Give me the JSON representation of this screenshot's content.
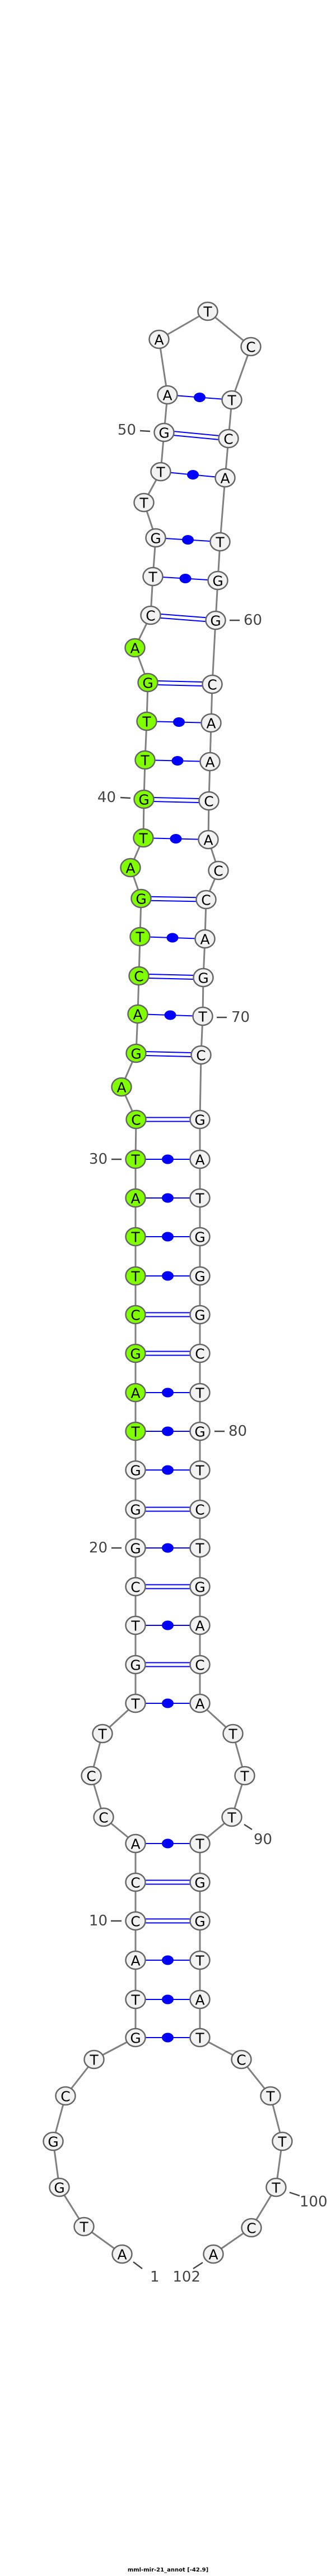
{
  "title": "mml-mir-21_annot [-42.9]",
  "colors": {
    "node_fill": "#f2f2f2",
    "node_stroke": "#666666",
    "highlight_fill": "#80ff00",
    "backbone": "#808080",
    "pair": "#0000ff",
    "label": "#444444"
  },
  "sequence": [
    "A",
    "T",
    "G",
    "G",
    "C",
    "T",
    "G",
    "T",
    "A",
    "C",
    "C",
    "A",
    "C",
    "C",
    "T",
    "T",
    "G",
    "T",
    "C",
    "G",
    "G",
    "G",
    "T",
    "A",
    "G",
    "C",
    "T",
    "T",
    "A",
    "T",
    "C",
    "A",
    "G",
    "A",
    "C",
    "T",
    "G",
    "A",
    "T",
    "G",
    "T",
    "T",
    "G",
    "A",
    "C",
    "T",
    "G",
    "T",
    "T",
    "G",
    "A",
    "A",
    "T",
    "C",
    "T",
    "C",
    "A",
    "T",
    "G",
    "G",
    "C",
    "A",
    "A",
    "C",
    "A",
    "C",
    "C",
    "A",
    "G",
    "T",
    "C",
    "G",
    "A",
    "T",
    "G",
    "G",
    "G",
    "C",
    "T",
    "G",
    "T",
    "C",
    "T",
    "G",
    "A",
    "C",
    "A",
    "T",
    "T",
    "T",
    "T",
    "G",
    "G",
    "T",
    "A",
    "T",
    "C",
    "T",
    "T",
    "T",
    "C",
    "A"
  ],
  "highlighted_range": [
    23,
    44
  ],
  "pairs": [
    [
      7,
      96
    ],
    [
      8,
      95
    ],
    [
      9,
      94
    ],
    [
      10,
      93
    ],
    [
      11,
      92
    ],
    [
      12,
      91
    ],
    [
      16,
      87
    ],
    [
      17,
      86
    ],
    [
      18,
      85
    ],
    [
      19,
      84
    ],
    [
      20,
      83
    ],
    [
      21,
      82
    ],
    [
      22,
      81
    ],
    [
      23,
      80
    ],
    [
      24,
      79
    ],
    [
      25,
      78
    ],
    [
      26,
      77
    ],
    [
      27,
      76
    ],
    [
      28,
      75
    ],
    [
      29,
      74
    ],
    [
      30,
      73
    ],
    [
      31,
      72
    ],
    [
      33,
      71
    ],
    [
      34,
      70
    ],
    [
      35,
      69
    ],
    [
      36,
      68
    ],
    [
      37,
      67
    ],
    [
      39,
      65
    ],
    [
      40,
      64
    ],
    [
      41,
      63
    ],
    [
      42,
      62
    ],
    [
      43,
      61
    ],
    [
      45,
      60
    ],
    [
      46,
      59
    ],
    [
      47,
      58
    ],
    [
      49,
      57
    ],
    [
      50,
      56
    ],
    [
      51,
      55
    ]
  ],
  "position_labels": [
    {
      "index": 1,
      "text": "1"
    },
    {
      "index": 10,
      "text": "10"
    },
    {
      "index": 20,
      "text": "20"
    },
    {
      "index": 30,
      "text": "30"
    },
    {
      "index": 40,
      "text": "40"
    },
    {
      "index": 50,
      "text": "50"
    },
    {
      "index": 60,
      "text": "60"
    },
    {
      "index": 70,
      "text": "70"
    },
    {
      "index": 80,
      "text": "80"
    },
    {
      "index": 90,
      "text": "90"
    },
    {
      "index": 100,
      "text": "100"
    },
    {
      "index": 102,
      "text": "102"
    }
  ]
}
